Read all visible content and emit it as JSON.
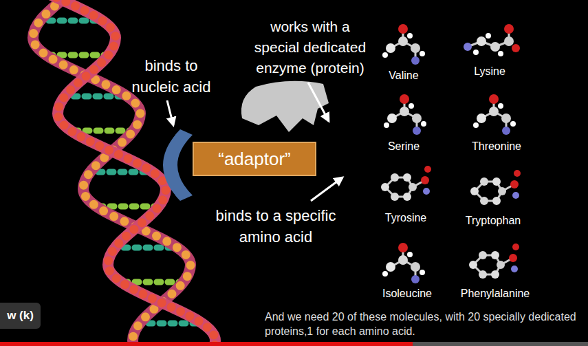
{
  "diagram": {
    "caption": "And we need 20 of these molecules, with 20 specially dedicated proteins,1 for each amino acid.",
    "nodes": [
      {
        "text": [
          "“adaptor”"
        ]
      },
      {
        "text": [
          "w (k)"
        ]
      }
    ],
    "labels": [
      "works with a special dedicated enzyme (protein)",
      "binds to nucleic acid",
      "binds to a specific amino acid",
      "Valine",
      "Lysine",
      "Serine",
      "Threonine",
      "Tyrosine",
      "Tryptophan",
      "Isoleucine",
      "Phenylalanine"
    ]
  }
}
